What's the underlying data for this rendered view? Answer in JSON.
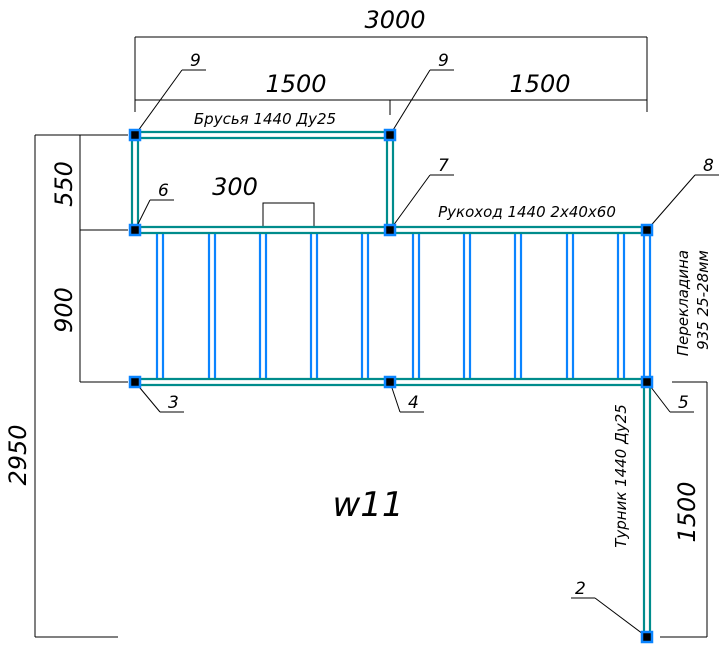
{
  "drawing": {
    "title": "w11",
    "dimensions": {
      "total_width": "3000",
      "half_left": "1500",
      "half_right": "1500",
      "total_height": "2950",
      "upper_height": "550",
      "middle_height": "900",
      "lower_height": "1500",
      "step": "300"
    },
    "labels": {
      "parallel_bars": "Брусья 1440 Ду25",
      "monkey_bars": "Рукоход 1440 2х40х60",
      "crossbar_line1": "Перекладина",
      "crossbar_line2": "935 25-28мм",
      "pull_up_bar": "Турник 1440 Ду25"
    },
    "nodes": [
      "9",
      "9",
      "6",
      "7",
      "8",
      "3",
      "4",
      "5",
      "2"
    ],
    "colors": {
      "pipe": "#008c8c",
      "rung": "#0a84ff",
      "node": "#0a84ff"
    }
  }
}
